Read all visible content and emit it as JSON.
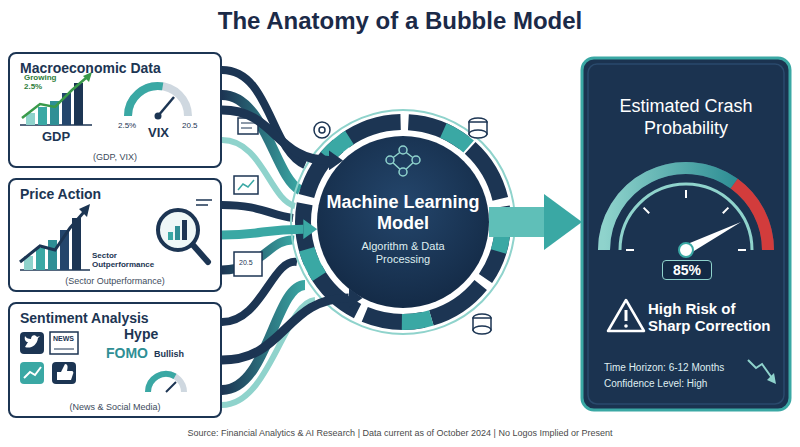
{
  "diagram": {
    "title": "The Anatomy of a Bubble Model",
    "caption": "Source: Financial Analytics & AI Research | Data current as of October 2024 | No Logos Implied or Present",
    "nodes": [
      {
        "text": [
          "Macroeconomic Data",
          "(GDP, VIX)"
        ]
      },
      {
        "text": [
          "Price Action",
          "(Sector Outperformance)"
        ]
      },
      {
        "text": [
          "Sentiment Analysis",
          "(News & Social Media)"
        ]
      },
      {
        "text": [
          "Machine Learning Model",
          "Algorithm & Data Processing"
        ]
      },
      {
        "text": [
          "Estimated Crash Probability",
          "85%",
          "High Risk of Sharp Correction",
          "Time Horizon: 6-12 Months",
          "Confidence Level: High"
        ]
      }
    ],
    "edges": [
      {
        "from": 0,
        "to": 3,
        "arrow": "to"
      },
      {
        "from": 1,
        "to": 3,
        "arrow": "to"
      },
      {
        "from": 2,
        "to": 3,
        "arrow": "to"
      },
      {
        "from": 3,
        "to": 4,
        "arrow": "to"
      }
    ],
    "labels": [
      "Growing 2.5%",
      "GDP",
      "2.5%",
      "VIX",
      "20.5",
      "Sector Outperformance",
      "NEWS",
      "Hype",
      "FOMO",
      "Bullish",
      "20.5"
    ]
  }
}
